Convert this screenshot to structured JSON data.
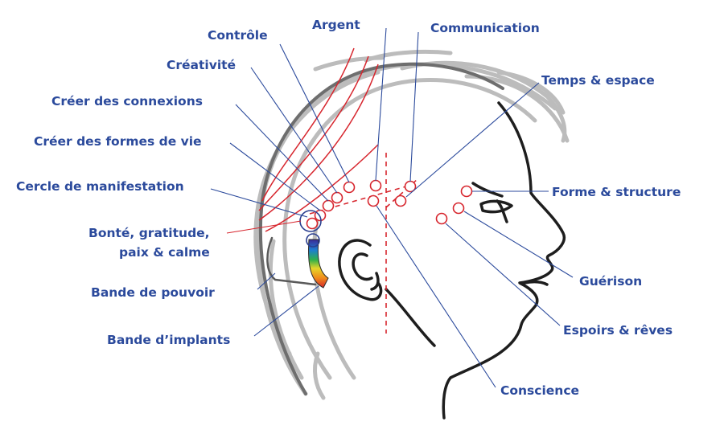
{
  "labels": {
    "argent": "Argent",
    "communication": "Communication",
    "controle": "Contrôle",
    "creativite": "Créativité",
    "creer_connexions": "Créer des connexions",
    "creer_formes": "Créer des formes de vie",
    "cercle_manifestation": "Cercle de manifestation",
    "bonte_line1": "Bonté, gratitude,",
    "bonte_line2": "paix & calme",
    "bande_pouvoir": "Bande de pouvoir",
    "bande_implants": "Bande d’implants",
    "temps_espace": "Temps & espace",
    "forme_structure": "Forme & structure",
    "guerison": "Guérison",
    "espoirs_reves": "Espoirs & rêves",
    "conscience": "Conscience"
  },
  "colors": {
    "label": "#2b4a9c",
    "red_line": "#d7262e",
    "hair": "#bcbcbc",
    "skull": "#6e6e6e",
    "face": "#1e1e1e",
    "point_argent": "#f5b62a",
    "point_communication": "#3aa046",
    "point_guerison": "#3aa046"
  }
}
